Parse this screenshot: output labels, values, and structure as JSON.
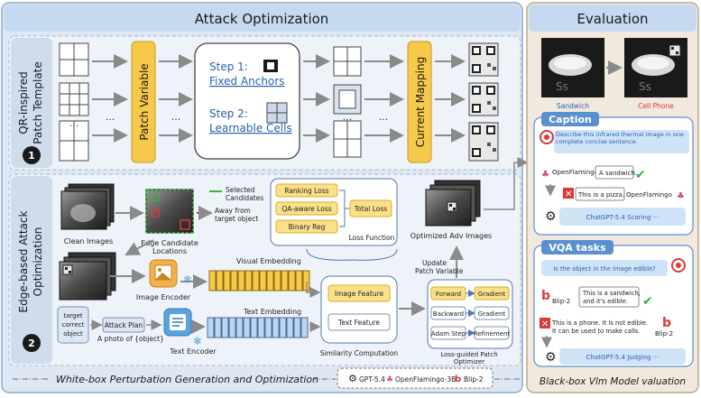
{
  "left_panel": {
    "title": "Attack Optimization",
    "footer": "White-box Perturbation Generation and Optimization",
    "models": [
      "GPT-5.4",
      "OpenFlamingo-3B",
      "Blip-2"
    ]
  },
  "stage1": {
    "number": "1",
    "label_line1": "QR-inspired",
    "label_line2": "Patch Template",
    "patch_variable": "Patch Variable",
    "step1_label": "Step 1:",
    "step1_text": "Fixed Anchors",
    "step2_label": "Step 2:",
    "step2_text": "Learnable Cells",
    "current_mapping": "Current Mapping",
    "ellipsis": "..."
  },
  "stage2": {
    "number": "2",
    "label_line1": "Edge-based Attack",
    "label_line2": "Optimization",
    "clean_images": "Clean Images",
    "edge_candidate_line1": "Edge Candidate",
    "edge_candidate_line2": "Locations",
    "legend_selected_line1": "Selected",
    "legend_selected_line2": "Candidates",
    "legend_away_line1": "Away from",
    "legend_away_line2": "target object",
    "loss_items": [
      "Ranking Loss",
      "QA-aware Loss",
      "Binary Reg"
    ],
    "total_loss": "Total Loss",
    "loss_function": "Loss Function",
    "optimized_adv_images": "Optimized Adv Images",
    "update_line1": "Update",
    "update_line2": "Patch Variable",
    "visual_embedding": "Visual Embedding",
    "image_encoder": "Image Encoder",
    "text_embedding": "Text Embedding",
    "text_encoder": "Text Encoder",
    "target_line1": "target",
    "target_line2": "correct",
    "target_line3": "object",
    "attack_plan": "Attack Plan",
    "prompt_text": "A photo of {object}",
    "image_feature": "Image Feature",
    "text_feature": "Text Feature",
    "similarity_computation": "Similarity Computation",
    "optimizer_cells": [
      [
        "Forward",
        "Gradient"
      ],
      [
        "Backward",
        "Gradient"
      ],
      [
        "Adam Step",
        "Refinement"
      ]
    ],
    "optimizer_label_line1": "Loss-guided Patch",
    "optimizer_label_line2": "Optimizer"
  },
  "evaluation": {
    "title": "Evaluation",
    "image_label_left": "Sandwich",
    "image_label_right": "Cell Phone",
    "caption_tab": "Caption",
    "caption_prompt": "Describe this infrared thermal image in one complete concise sentence.",
    "openflamingo": "OpenFlamingo",
    "caption_answer_good": "A sandwich.",
    "caption_answer_bad": "This is a pizza.",
    "caption_scoring": "ChatGPT-5.4 Scoring ···",
    "vqa_tab": "VQA tasks",
    "vqa_prompt": "Is the object in the image edible?",
    "blip2": "Blip-2",
    "vqa_answer_good_line1": "This is a sandwich,",
    "vqa_answer_good_line2": "and it's edible.",
    "vqa_answer_bad_line1": "This is a phone. It is not edible.",
    "vqa_answer_bad_line2": "It can be used to make calls.",
    "vqa_judging": "ChatGPT-5.4 Judging ···",
    "footer": "Black-box Vlm Model valuation"
  },
  "colors": {
    "panel_bg": "#dde8f4",
    "title_bar": "#c5daf0",
    "patch_yellow": "#f7c94a",
    "box_yellow": "#fbe08a",
    "eval_bg": "#f1e9de",
    "red": "#d93b3b",
    "green": "#3cb043",
    "blue_card": "#cfe3f7"
  }
}
